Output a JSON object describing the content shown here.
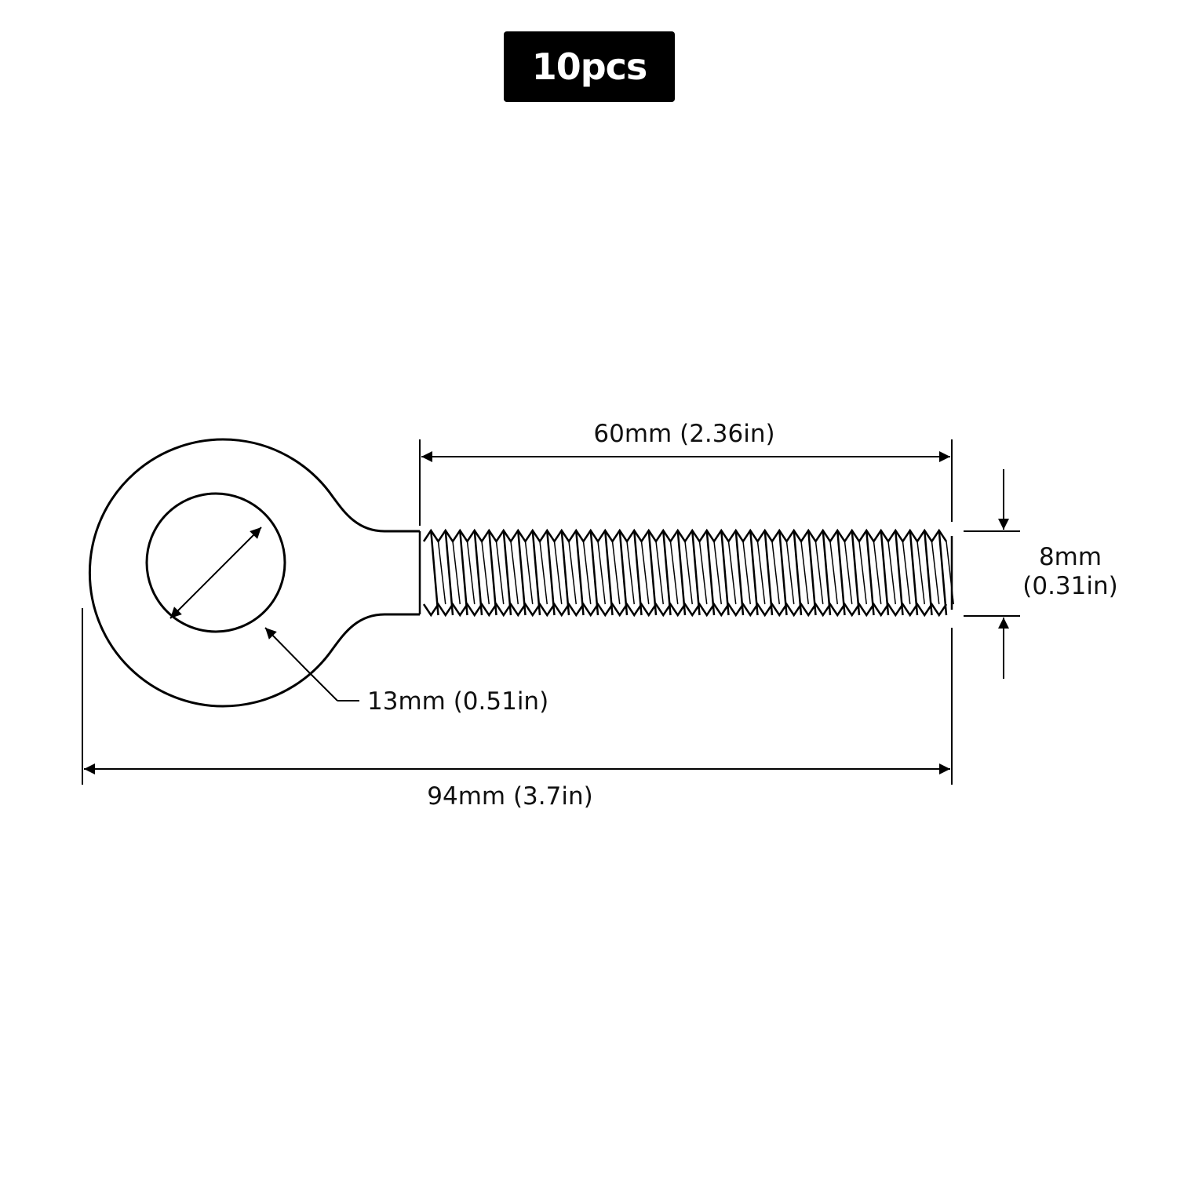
{
  "badge": {
    "quantity": "10pcs"
  },
  "dimensions": {
    "thread_length": "60mm (2.36in)",
    "eye_inner_diameter": "13mm (0.51in)",
    "total_length": "94mm (3.7in)",
    "thread_diameter_mm": "8mm",
    "thread_diameter_in": "(0.31in)"
  },
  "colors": {
    "line": "#000000",
    "badge_background": "#000000",
    "badge_text": "#ffffff"
  }
}
